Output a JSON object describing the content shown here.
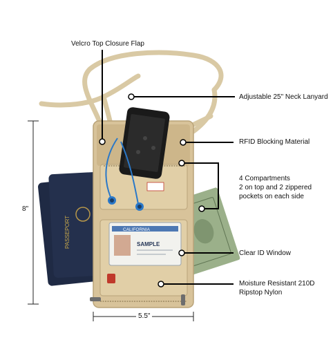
{
  "annotations": {
    "velcro": "Velcro Top Closure Flap",
    "lanyard": "Adjustable 25\" Neck Lanyard",
    "rfid": "RFID Blocking Material",
    "compartments_line1": "4 Compartments",
    "compartments_line2": "2 on top and 2 zippered",
    "compartments_line3": "pockets on each side",
    "clear_id": "Clear ID Window",
    "moisture_line1": "Moisture Resistant 210D",
    "moisture_line2": "Ripstop Nylon"
  },
  "dimensions": {
    "height": "8\"",
    "width": "5.5\""
  },
  "id_card": {
    "state": "CALIFORNIA",
    "sample": "SAMPLE"
  },
  "passport_text": "PASSEPORT",
  "colors": {
    "pouch": "#d8c39a",
    "pouch_dark": "#b9a379",
    "lanyard": "#d9c9a4",
    "passport": "#1f2a44",
    "bill": "#9bb08a",
    "earbuds": "#2a78c8",
    "phone": "#1a1a1a"
  }
}
